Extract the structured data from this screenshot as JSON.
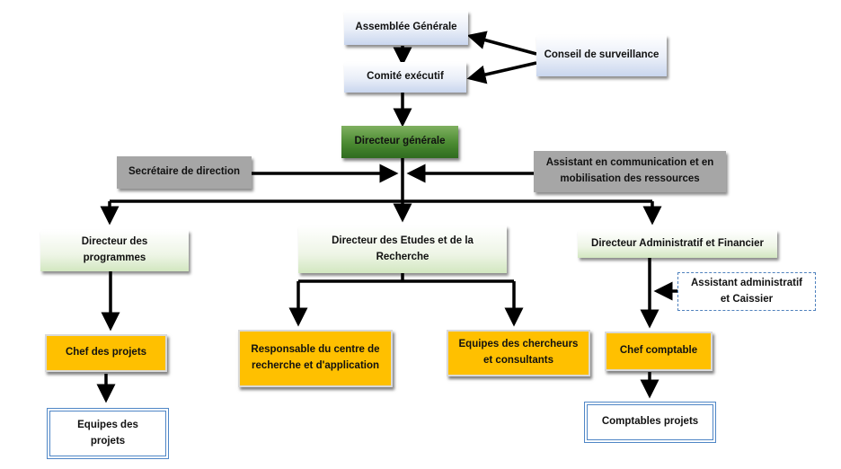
{
  "nodes": {
    "assemblee": "Assemblée  Générale",
    "comite": "Comité exécutif",
    "conseil": "Conseil  de surveillance",
    "directeur_generale": "Directeur  générale",
    "secretaire": "Secrétaire  de direction",
    "assistant_comm": "Assistant  en communication  et en mobilisation  des ressources",
    "dir_programmes": "Directeur des programmes",
    "dir_etudes": "Directeur  des Etudes et de la Recherche",
    "dir_admin": "Directeur  Administratif  et Financier",
    "assistant_admin": "Assistant administratif et Caissier",
    "chef_projets": "Chef des  projets",
    "responsable_centre": "Responsable  du centre de recherche  et d'application",
    "equipes_chercheurs": "Equipes des chercheurs et consultants",
    "chef_comptable": "Chef comptable",
    "equipes_projets": "Equipes des projets",
    "comptables_projets": "Comptables projets"
  },
  "colors": {
    "light_blue_box": "#c9d6ee",
    "light_green_box": "#d2e7c0",
    "dark_green_box": "#4a8a31",
    "gray_box": "#a6a6a6",
    "gold_box": "#ffc000",
    "double_border": "#4f86c6",
    "connector": "#000000"
  }
}
